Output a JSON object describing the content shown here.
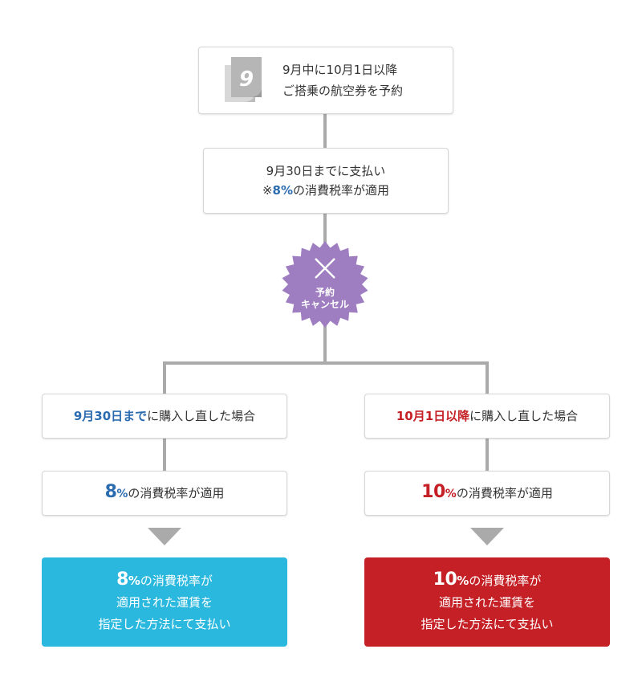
{
  "colors": {
    "blue": "#2b6cb0",
    "red": "#c42026",
    "final_blue": "#2bb8de",
    "final_red": "#c42026",
    "stamp": "#9e7ec0",
    "line": "#aaaaaa"
  },
  "top_box": {
    "icon_digit": "9",
    "line1": "9月中に10月1日以降",
    "line2": "ご搭乗の航空券を予約"
  },
  "second_box": {
    "line1": "9月30日までに支払い",
    "line2_prefix": "※",
    "line2_highlight": "8%",
    "line2_suffix": "の消費税率が適用"
  },
  "cancel_stamp": {
    "line1": "予約",
    "line2": "キャンセル"
  },
  "left_branch": {
    "condition_highlight": "9月30日まで",
    "condition_suffix": "に購入し直した場合",
    "rate_number": "8",
    "rate_pct": "%",
    "rate_suffix": "の消費税率が適用",
    "result_number": "8",
    "result_pct": "%",
    "result_line1_suffix": "の消費税率が",
    "result_line2": "適用された運賃を",
    "result_line3": "指定した方法にて支払い"
  },
  "right_branch": {
    "condition_highlight": "10月1日以降",
    "condition_suffix": "に購入し直した場合",
    "rate_number": "10",
    "rate_pct": "%",
    "rate_suffix": "の消費税率が適用",
    "result_number": "10",
    "result_pct": "%",
    "result_line1_suffix": "の消費税率が",
    "result_line2": "適用された運賃を",
    "result_line3": "指定した方法にて支払い"
  }
}
